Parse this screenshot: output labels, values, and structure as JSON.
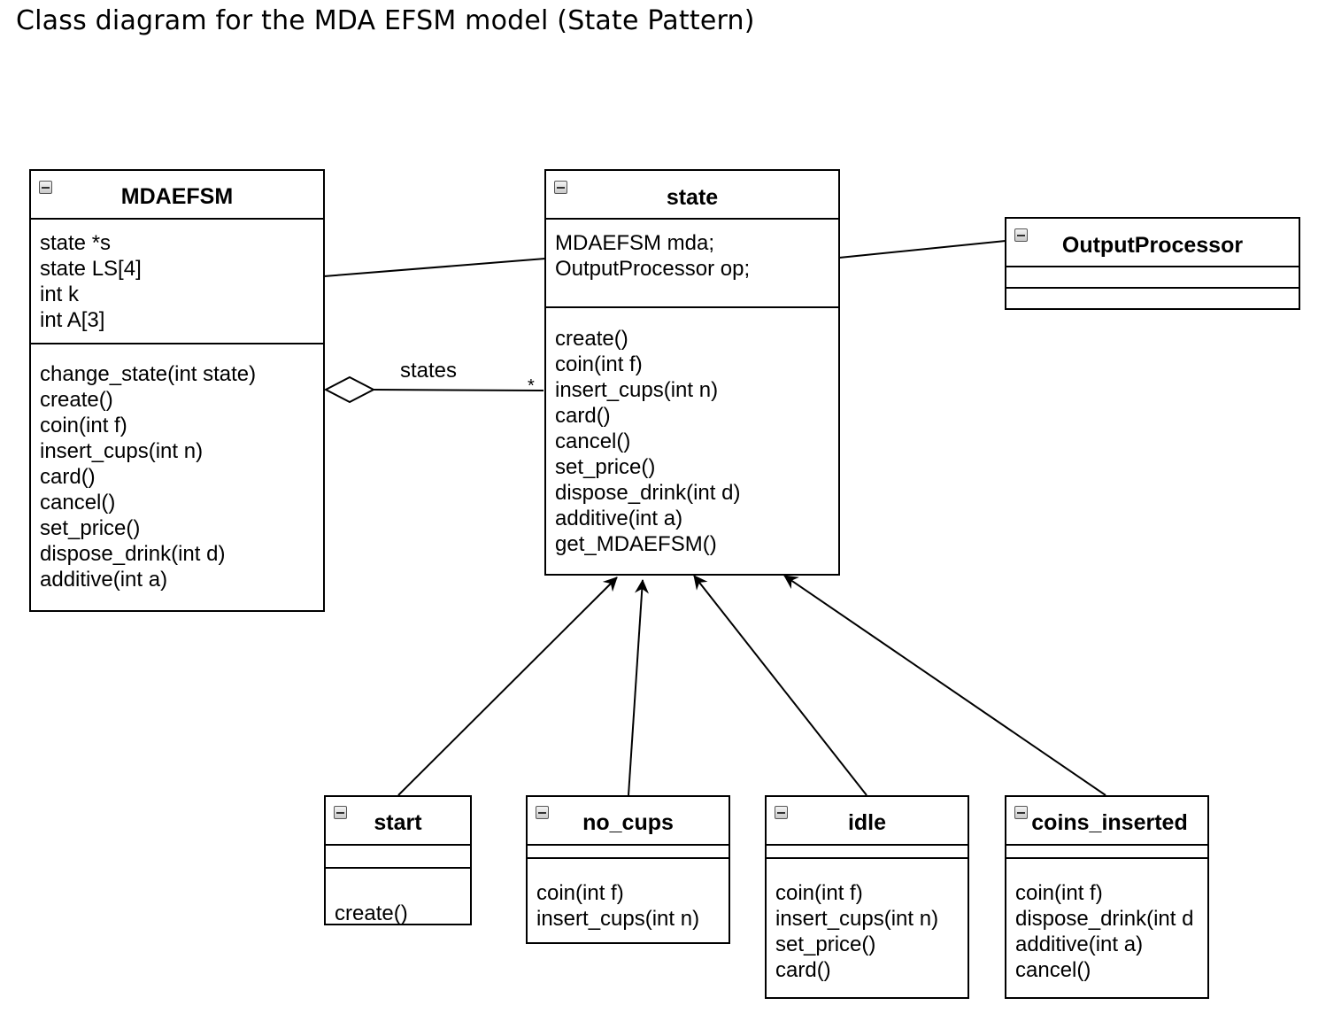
{
  "title": "Class diagram for the MDA EFSM model (State Pattern)",
  "classes": {
    "mdaefsm": {
      "name": "MDAEFSM",
      "attributes": [
        "state *s",
        "state LS[4]",
        "int k",
        "int A[3]"
      ],
      "methods": [
        "change_state(int state)",
        "create()",
        "coin(int f)",
        "insert_cups(int n)",
        "card()",
        "cancel()",
        "set_price()",
        "dispose_drink(int d)",
        "additive(int a)"
      ]
    },
    "state": {
      "name": "state",
      "attributes": [
        "MDAEFSM mda;",
        "OutputProcessor op;"
      ],
      "methods": [
        "create()",
        "coin(int f)",
        "insert_cups(int n)",
        "card()",
        "cancel()",
        "set_price()",
        "dispose_drink(int d)",
        "additive(int a)",
        "get_MDAEFSM()"
      ]
    },
    "output_processor": {
      "name": "OutputProcessor",
      "attributes": [],
      "methods": []
    },
    "start": {
      "name": "start",
      "attributes": [],
      "methods": [
        "create()"
      ]
    },
    "no_cups": {
      "name": "no_cups",
      "attributes": [],
      "methods": [
        "coin(int f)",
        "insert_cups(int n)"
      ]
    },
    "idle": {
      "name": "idle",
      "attributes": [],
      "methods": [
        "coin(int f)",
        "insert_cups(int n)",
        "set_price()",
        "card()"
      ]
    },
    "coins_inserted": {
      "name": "coins_inserted",
      "attributes": [],
      "methods": [
        "coin(int f)",
        "dispose_drink(int d",
        "additive(int a)",
        "cancel()"
      ]
    }
  },
  "relations": {
    "aggregation": {
      "from": "MDAEFSM",
      "to": "state",
      "label": "states",
      "multiplicity": "*"
    },
    "associations": [
      {
        "from": "MDAEFSM",
        "to": "state"
      },
      {
        "from": "state",
        "to": "OutputProcessor"
      }
    ],
    "generalizations": [
      {
        "child": "start",
        "parent": "state"
      },
      {
        "child": "no_cups",
        "parent": "state"
      },
      {
        "child": "idle",
        "parent": "state"
      },
      {
        "child": "coins_inserted",
        "parent": "state"
      }
    ]
  },
  "colors": {
    "line": "#000000",
    "background": "#ffffff",
    "icon": "#555555"
  },
  "icons": {
    "collapse": "collapse-icon"
  }
}
